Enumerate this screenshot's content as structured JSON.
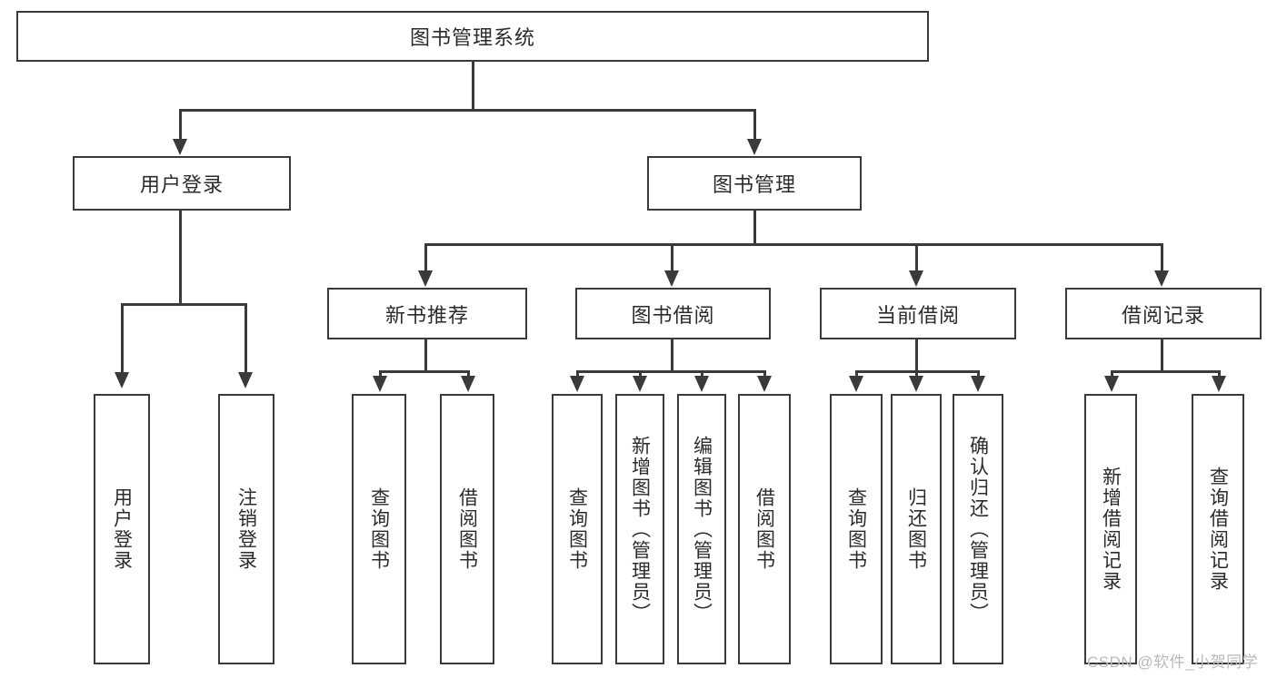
{
  "diagram": {
    "type": "tree-flowchart",
    "title": "图书管理系统",
    "root": {
      "label": "图书管理系统"
    },
    "level2": [
      {
        "label": "用户登录"
      },
      {
        "label": "图书管理"
      }
    ],
    "level3": [
      {
        "label": "新书推荐"
      },
      {
        "label": "图书借阅"
      },
      {
        "label": "当前借阅"
      },
      {
        "label": "借阅记录"
      }
    ],
    "leaves": {
      "user_login": [
        {
          "label": "用户登录"
        },
        {
          "label": "注销登录"
        }
      ],
      "new_book_recommend": [
        {
          "label": "查询图书"
        },
        {
          "label": "借阅图书"
        }
      ],
      "book_borrow": [
        {
          "label": "查询图书"
        },
        {
          "label": "新增图书（管理员）"
        },
        {
          "label": "编辑图书（管理员）"
        },
        {
          "label": "借阅图书"
        }
      ],
      "current_borrow": [
        {
          "label": "查询图书"
        },
        {
          "label": "归还图书"
        },
        {
          "label": "确认归还（管理员）"
        }
      ],
      "borrow_record": [
        {
          "label": "新增借阅记录"
        },
        {
          "label": "查询借阅记录"
        }
      ]
    }
  },
  "watermark": {
    "text": "CSDN @软件_小贺同学"
  },
  "colors": {
    "stroke": "#3a3a3a",
    "text": "#2b2b2b",
    "background": "#ffffff",
    "watermark": "#b9b9b9"
  }
}
